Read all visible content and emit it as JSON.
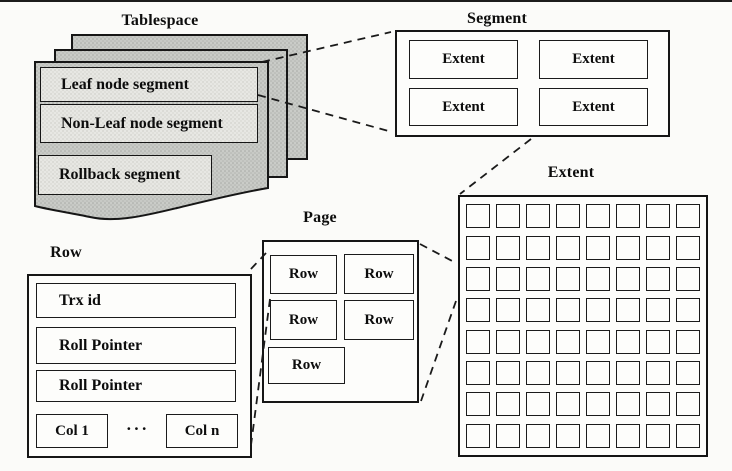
{
  "diagram": {
    "tablespace": {
      "title": "Tablespace",
      "leaf_segment": "Leaf node segment",
      "nonleaf_segment": "Non-Leaf node segment",
      "rollback_segment": "Rollback segment"
    },
    "segment": {
      "title": "Segment",
      "extents": [
        "Extent",
        "Extent",
        "Extent",
        "Extent"
      ]
    },
    "extent": {
      "title": "Extent",
      "grid_rows": 8,
      "grid_cols": 8
    },
    "page": {
      "title": "Page",
      "rows": [
        "Row",
        "Row",
        "Row",
        "Row",
        "Row"
      ]
    },
    "row": {
      "title": "Row",
      "trx_id": "Trx id",
      "roll_pointer_1": "Roll Pointer",
      "roll_pointer_2": "Roll Pointer",
      "col_first": "Col 1",
      "ellipsis": "···",
      "col_last": "Col n"
    },
    "colors": {
      "line": "#1a1a1a",
      "sheet_fill": "#c7c9c5",
      "background": "#fbfbf9"
    }
  }
}
